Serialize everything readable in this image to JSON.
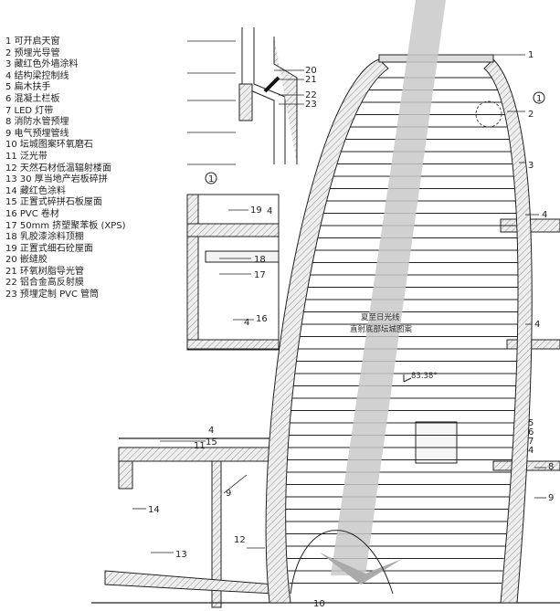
{
  "legend": [
    "1  可开启天窗",
    "2  预埋光导管",
    "3  藏红色外墙涂料",
    "4  结构梁控制线",
    "5  扁木扶手",
    "6  混凝土栏板",
    "7  LED 灯带",
    "8  消防水管预埋",
    "9  电气预埋管线",
    "10 坛城图案环氧磨石",
    "11 泛光带",
    "12 天然石材低温辐射楼面",
    "13 30 厚当地产岩板碎拼",
    "14 藏红色涂料",
    "15 正置式碎拼石板屋面",
    "16 PVC 卷材",
    "17 50mm 挤塑聚苯板 (XPS)",
    "18 乳胶漆涂料顶棚",
    "19 正置式细石砼屋面",
    "20 嵌缝胶",
    "21 环氧树脂导光管",
    "22 铝合金高反射膜",
    "23 预埋定制 PVC 管筒"
  ],
  "callouts": {
    "r1": "1",
    "r2": "2",
    "r3": "3",
    "r4a": "4",
    "r4b": "4",
    "r5": "5",
    "r6": "6",
    "r7": "7",
    "r4c": "4",
    "r8": "8",
    "r9": "9",
    "d20": "20",
    "d21": "21",
    "d22": "22",
    "d23": "23",
    "l19": "19",
    "l4a": "4",
    "l18": "18",
    "l17": "17",
    "l16": "16",
    "l4b": "4",
    "l4c": "4",
    "l15": "15",
    "l11": "11",
    "l14": "14",
    "l9": "9",
    "l13": "13",
    "l12": "12",
    "l10": "10",
    "detail_ref_left": "1",
    "detail_ref_right": "1"
  },
  "annotation": {
    "line1": "夏至日光线",
    "line2": "直射底部坛城图案",
    "angle": "83.38°"
  },
  "colors": {
    "beam": "#c9c9c9",
    "wall": "#e6e6e6",
    "line": "#222222"
  }
}
